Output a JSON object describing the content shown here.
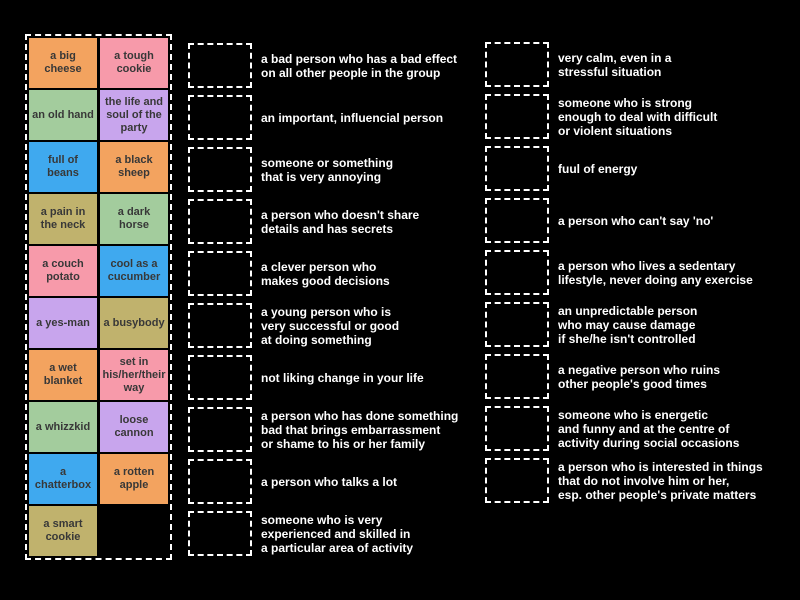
{
  "board": {
    "background": "#000000",
    "card_text_color": "#383838",
    "definition_text_color": "#ffffff",
    "dashed_border_color": "#ffffff",
    "palette": {
      "orange": "#f3a35f",
      "pink": "#f79aaa",
      "green": "#a3cc9d",
      "purple": "#c8a5ed",
      "blue": "#3fa9ef",
      "khaki": "#c0b26d"
    }
  },
  "keyword_cards": [
    {
      "label": "a big cheese",
      "color": "orange"
    },
    {
      "label": "a tough cookie",
      "color": "pink"
    },
    {
      "label": "an old hand",
      "color": "green"
    },
    {
      "label": "the life and soul of the party",
      "color": "purple"
    },
    {
      "label": "full of beans",
      "color": "blue"
    },
    {
      "label": "a black sheep",
      "color": "orange"
    },
    {
      "label": "a pain in the neck",
      "color": "khaki"
    },
    {
      "label": "a dark horse",
      "color": "green"
    },
    {
      "label": "a couch potato",
      "color": "pink"
    },
    {
      "label": "cool as a cucumber",
      "color": "blue"
    },
    {
      "label": "a yes-man",
      "color": "purple"
    },
    {
      "label": "a busybody",
      "color": "khaki"
    },
    {
      "label": "a wet blanket",
      "color": "orange"
    },
    {
      "label": "set in his/her/their way",
      "color": "pink"
    },
    {
      "label": "a whizzkid",
      "color": "green"
    },
    {
      "label": "loose cannon",
      "color": "purple"
    },
    {
      "label": "a chatterbox",
      "color": "blue"
    },
    {
      "label": "a rotten apple",
      "color": "orange"
    },
    {
      "label": "a smart cookie",
      "color": "khaki"
    }
  ],
  "definitions_column_1": [
    "a bad person who has a bad effect\non all other people in the group",
    "an important, influencial person",
    "someone or something\nthat is very annoying",
    "a person who doesn't share\ndetails and has secrets",
    "a clever person who\nmakes good decisions",
    "a young person who is\nvery successful or good\nat doing something",
    "not liking change in your life",
    "a person who has done something\nbad that brings embarrassment\nor shame to his or her family",
    "a person who talks a lot",
    "someone who is very\nexperienced and skilled in\na particular area of activity"
  ],
  "definitions_column_2": [
    "very calm, even in a\nstressful situation",
    "someone who is strong\nenough to deal with difficult\nor violent situations",
    "fuul of energy",
    "a person who can't say 'no'",
    "a person who lives a sedentary\nlifestyle, never doing any exercise",
    "an unpredictable person\nwho may cause damage\nif she/he isn't controlled",
    "a negative person who ruins\nother people's good times",
    "someone who is energetic\nand funny and at the centre of\nactivity during social occasions",
    "a person who is interested in things\nthat do not involve him or her,\nesp. other people's private matters"
  ]
}
